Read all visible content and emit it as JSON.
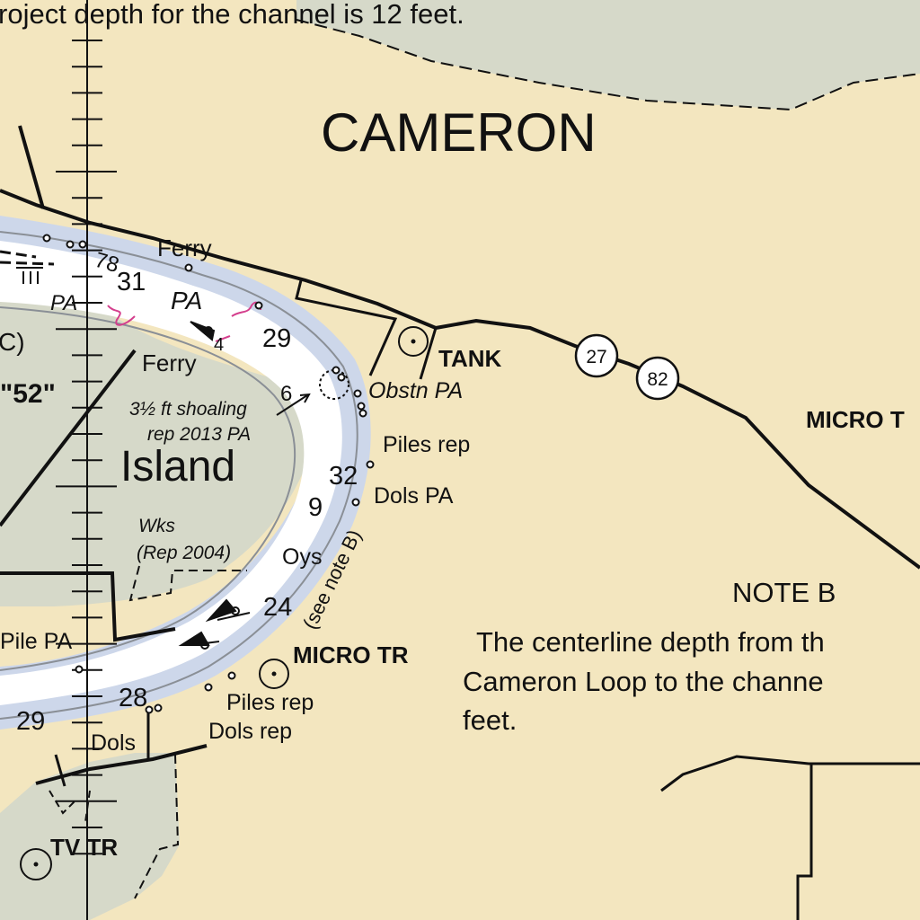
{
  "colors": {
    "land": "#f3e6bf",
    "marsh": "#d6d9c9",
    "shallow_water": "#cdd7ea",
    "deep_water": "#ffffff",
    "ink": "#111111",
    "magenta": "#d43f8d"
  },
  "labels": {
    "top_note": "roject depth for the channel is 12 feet.",
    "cameron": "CAMERON",
    "ferry_top": "Ferry",
    "ferry_left": "Ferry",
    "pa_left": "PA",
    "pa_channel": "PA",
    "island": "Island",
    "fifty_two": "\"52\"",
    "paren_c": "C)",
    "shoal_line1": "3½ ft shoaling",
    "shoal_line2": "rep 2013 PA",
    "tank": "TANK",
    "obstn": "Obstn PA",
    "piles_rep_1": "Piles rep",
    "dols_pa": "Dols PA",
    "wks": "Wks",
    "wks_rep": "(Rep 2004)",
    "oys": "Oys",
    "see_note": "(see note B)",
    "micro_tr": "MICRO TR",
    "micro_t_right": "MICRO T",
    "pile_pa": "Pile PA",
    "piles_rep_2": "Piles rep",
    "dols_rep": "Dols rep",
    "dols": "Dols",
    "tv_tr": "TV TR",
    "note_title": "NOTE B",
    "note_line1": "The centerline depth from th",
    "note_line2": "Cameron Loop to the channe",
    "note_line3": "feet."
  },
  "route_shields": [
    "27",
    "82"
  ],
  "soundings": {
    "s31": "31",
    "s29a": "29",
    "s32": "32",
    "s9": "9",
    "s24": "24",
    "s28": "28",
    "s29b": "29",
    "c78": "78",
    "c6": "6",
    "c4": "4"
  }
}
